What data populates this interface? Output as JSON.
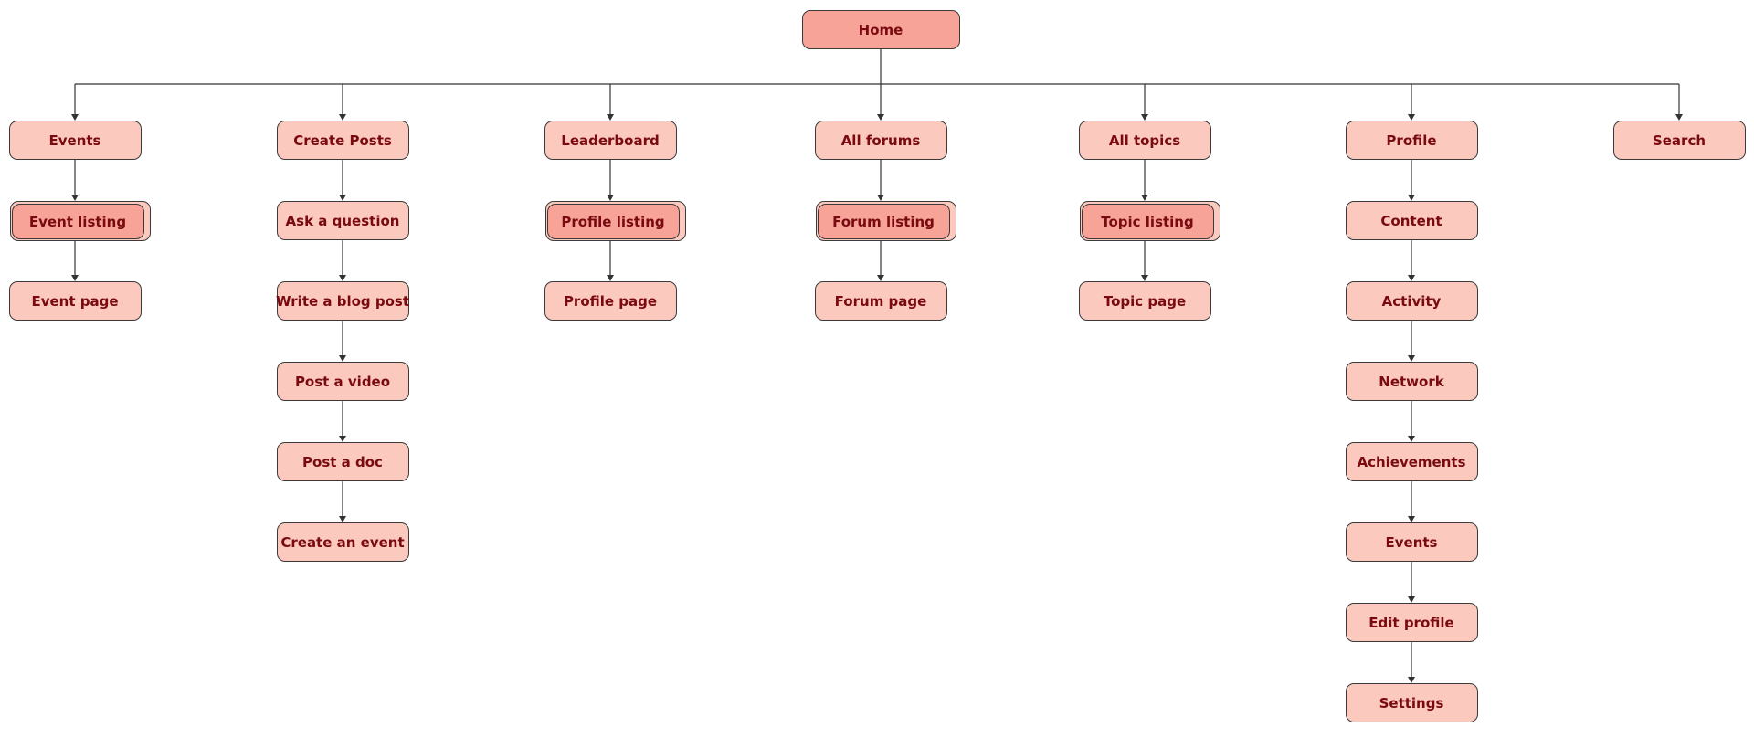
{
  "colors": {
    "root_fill": "#f7a397",
    "node_fill": "#fcc9be",
    "listing_fill": "#f7a397",
    "text": "#7a0a10",
    "border": "#3a3a3a",
    "line": "#333333"
  },
  "root": {
    "label": "Home"
  },
  "columns": [
    {
      "label": "Events",
      "children": [
        {
          "label": "Event listing",
          "stacked": true
        },
        {
          "label": "Event page"
        }
      ]
    },
    {
      "label": "Create Posts",
      "children": [
        {
          "label": "Ask a question"
        },
        {
          "label": "Write a blog post"
        },
        {
          "label": "Post a video"
        },
        {
          "label": "Post a doc"
        },
        {
          "label": "Create an event"
        }
      ]
    },
    {
      "label": "Leaderboard",
      "children": [
        {
          "label": "Profile listing",
          "stacked": true
        },
        {
          "label": "Profile page"
        }
      ]
    },
    {
      "label": "All forums",
      "children": [
        {
          "label": "Forum listing",
          "stacked": true
        },
        {
          "label": "Forum page"
        }
      ]
    },
    {
      "label": "All topics",
      "children": [
        {
          "label": "Topic listing",
          "stacked": true
        },
        {
          "label": "Topic page"
        }
      ]
    },
    {
      "label": "Profile",
      "children": [
        {
          "label": "Content"
        },
        {
          "label": "Activity"
        },
        {
          "label": "Network"
        },
        {
          "label": "Achievements"
        },
        {
          "label": "Events"
        },
        {
          "label": "Edit profile"
        },
        {
          "label": "Settings"
        }
      ]
    },
    {
      "label": "Search",
      "children": []
    }
  ]
}
